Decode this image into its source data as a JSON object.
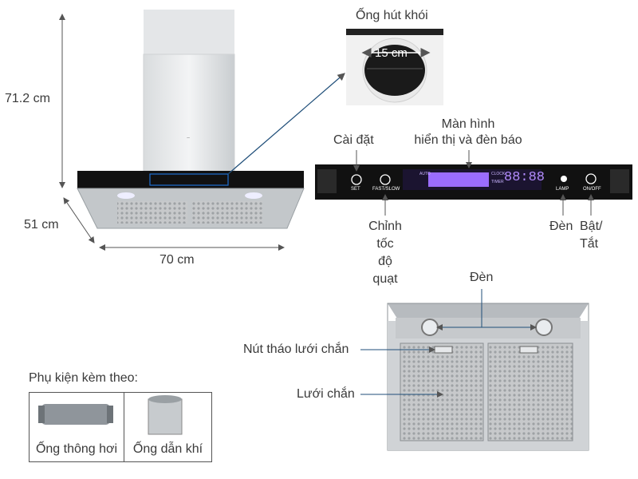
{
  "labels": {
    "height": "71.2 cm",
    "depth": "51 cm",
    "width": "70 cm",
    "duct_title": "Ống hút khói",
    "duct_diameter": "15 cm",
    "display_line1": "Màn hình",
    "display_line2": "hiển thị và đèn báo",
    "settings": "Cài đặt",
    "fan_l1": "Chỉnh",
    "fan_l2": "tốc",
    "fan_l3": "độ",
    "fan_l4": "quạt",
    "lamp": "Đèn",
    "power_l1": "Bật/",
    "power_l2": "Tắt",
    "bottom_lamp": "Đèn",
    "filter_release": "Nút tháo lưới chắn",
    "filter": "Lưới chắn",
    "accessories_title": "Phụ kiện kèm theo:"
  },
  "panel": {
    "set": "SET",
    "fast_slow": "FAST/SLOW",
    "auto": "AUTO",
    "clock": "CLOCK",
    "timer": "TIMER",
    "digits": "88:88",
    "lamp": "LAMP",
    "on_off": "ON/OFF"
  },
  "accessories": [
    {
      "name": "Ống thông hơi"
    },
    {
      "name": "Ống dẫn khí"
    }
  ],
  "colors": {
    "line": "#1f4e79",
    "panel": "#111111",
    "display_purple": "#9b6dff",
    "steel": "#b9bec3"
  }
}
